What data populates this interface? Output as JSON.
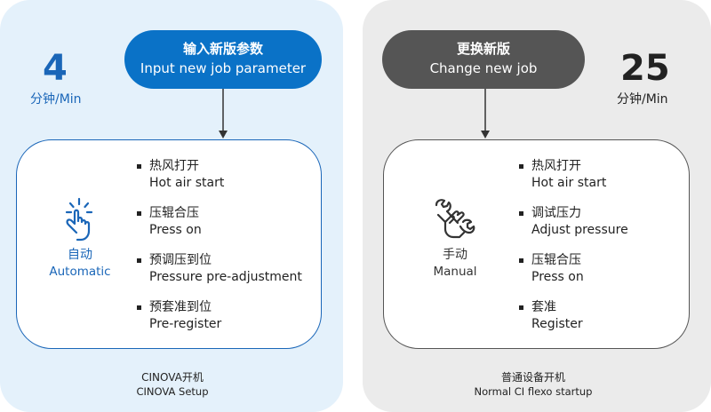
{
  "left": {
    "pill": {
      "zh": "输入新版参数",
      "en": "Input new job parameter"
    },
    "time": {
      "value": "4",
      "unit": "分钟/Min"
    },
    "mode": {
      "zh": "自动",
      "en": "Automatic",
      "icon": "touch-hand-icon"
    },
    "steps": [
      {
        "zh": "热风打开",
        "en": "Hot air start"
      },
      {
        "zh": "压辊合压",
        "en": "Press on"
      },
      {
        "zh": "预调压到位",
        "en": "Pressure pre-adjustment"
      },
      {
        "zh": "预套准到位",
        "en": "Pre-register"
      }
    ],
    "caption": {
      "zh": "CINOVA开机",
      "en": "CINOVA Setup"
    }
  },
  "right": {
    "pill": {
      "zh": "更换新版",
      "en": "Change new job"
    },
    "time": {
      "value": "25",
      "unit": "分钟/Min"
    },
    "mode": {
      "zh": "手动",
      "en": "Manual",
      "icon": "wrench-hand-icon"
    },
    "steps": [
      {
        "zh": "热风打开",
        "en": "Hot air start"
      },
      {
        "zh": "调试压力",
        "en": "Adjust pressure"
      },
      {
        "zh": "压辊合压",
        "en": "Press on"
      },
      {
        "zh": "套准",
        "en": "Register"
      }
    ],
    "caption": {
      "zh": "普通设备开机",
      "en": "Normal CI flexo startup"
    }
  },
  "colors": {
    "automatic_blue": "#0a72c7",
    "manual_gray": "#555555",
    "left_panel_bg": "#e4f1fb",
    "right_panel_bg": "#ebebeb"
  }
}
